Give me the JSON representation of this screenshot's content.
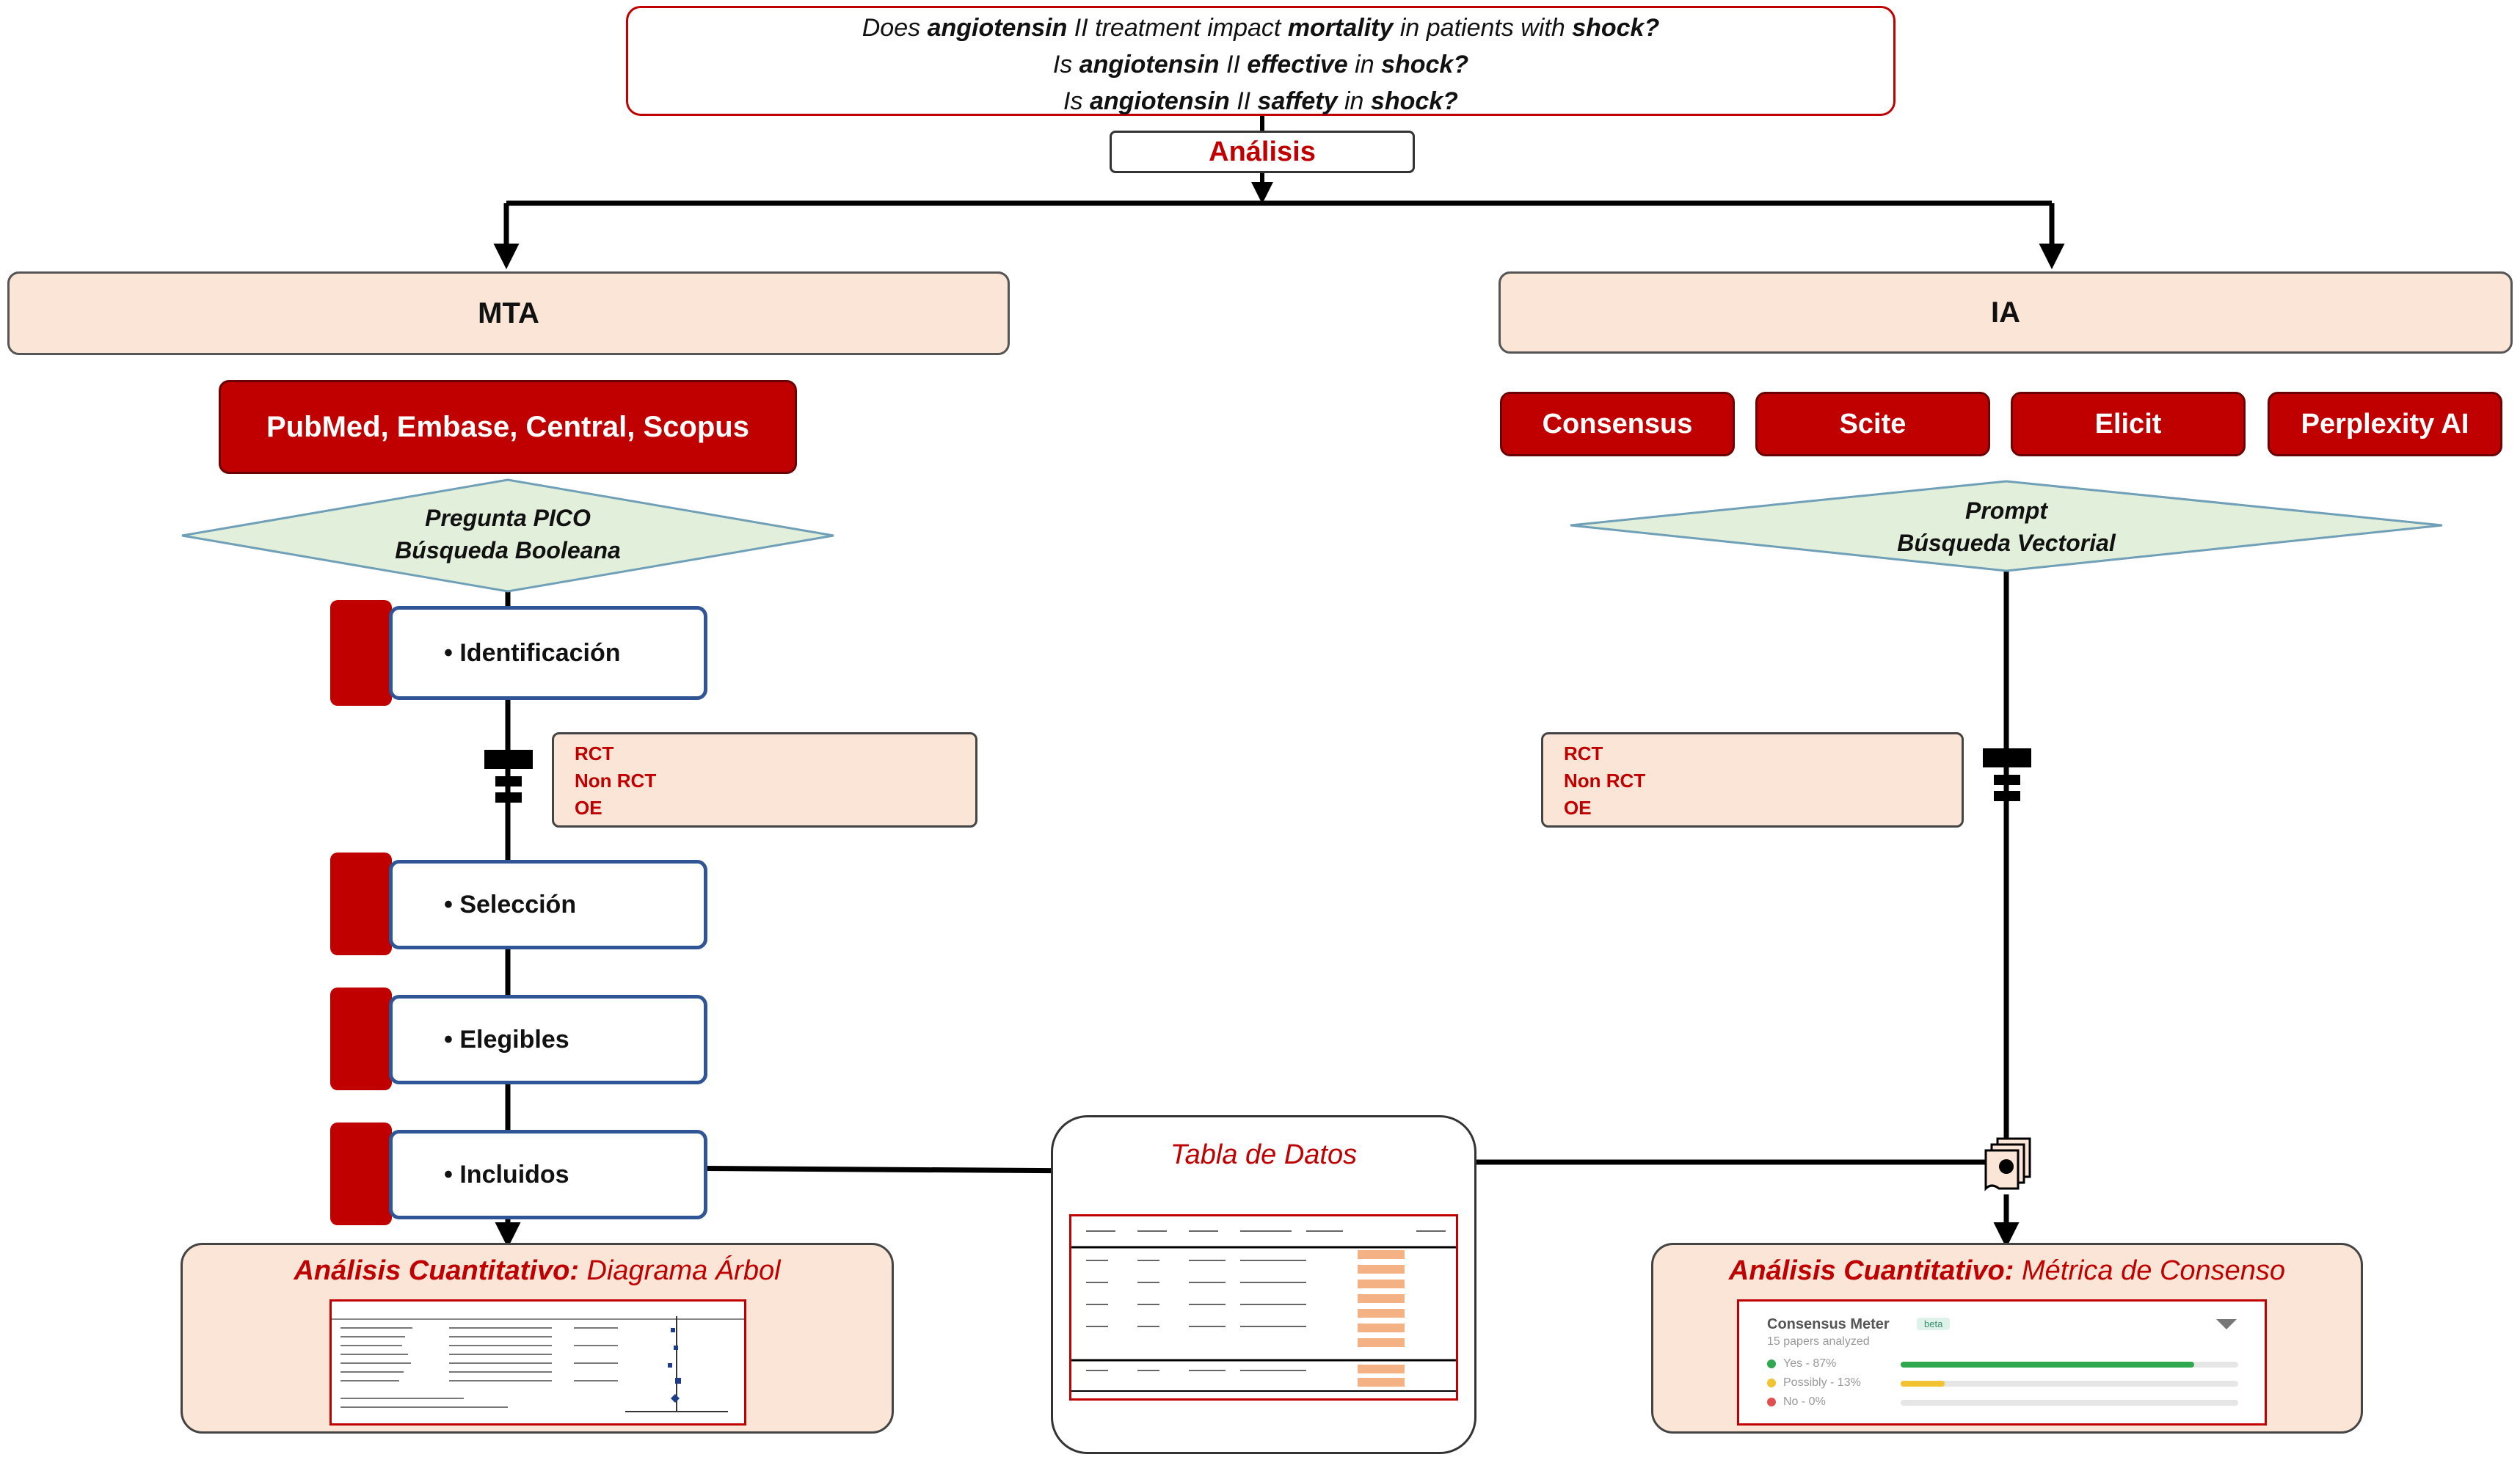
{
  "questions": {
    "q1": {
      "parts": [
        "Does ",
        "angiotensin",
        " II treatment impact ",
        "mortality",
        " in patients with ",
        "shock?"
      ]
    },
    "q2": {
      "parts": [
        "Is ",
        "angiotensin",
        " II ",
        "effective",
        " in ",
        "shock?"
      ]
    },
    "q3": {
      "parts": [
        "Is ",
        "angiotensin",
        " II ",
        "saffety",
        " in ",
        "shock?"
      ]
    }
  },
  "analysis_label": "Análisis",
  "branches": {
    "mta": {
      "title": "MTA",
      "databases_label": "PubMed, Embase, Central, Scopus",
      "strategy": {
        "line1": "Pregunta PICO",
        "line2": "Búsqueda Booleana"
      },
      "steps": [
        "• Identificación",
        "• Selección",
        "• Elegibles",
        "• Incluidos"
      ],
      "designs": [
        "RCT",
        "Non RCT",
        "OE"
      ],
      "result": {
        "bold": "Análisis Cuantitativo:",
        "rest": " Diagrama Árbol"
      }
    },
    "ia": {
      "title": "IA",
      "tools": [
        "Consensus",
        "Scite",
        "Elicit",
        "Perplexity AI"
      ],
      "strategy": {
        "line1": "Prompt",
        "line2": "Búsqueda Vectorial"
      },
      "designs": [
        "RCT",
        "Non RCT",
        "OE"
      ],
      "result": {
        "bold": "Análisis Cuantitativo:",
        "rest": " Métrica de Consenso"
      }
    }
  },
  "table_label": "Tabla de Datos",
  "consensus_meter": {
    "title": "Consensus Meter",
    "badge": "beta",
    "subtitle": "15 papers analyzed",
    "rows": [
      {
        "label": "Yes - 87%",
        "fraction": 0.87,
        "color": "#2fa84f"
      },
      {
        "label": "Possibly - 13%",
        "fraction": 0.13,
        "color": "#f2c230"
      },
      {
        "label": "No - 0%",
        "fraction": 0.0,
        "color": "#e05050"
      }
    ]
  },
  "colors": {
    "accent_red": "#c00000",
    "panel_fill": "#fbe5d6",
    "diamond_fill": "#e2efda",
    "step_border": "#2f5597"
  }
}
